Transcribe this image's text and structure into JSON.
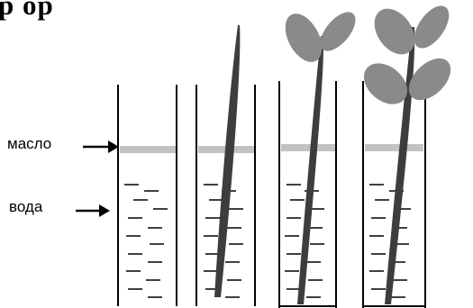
{
  "header": {
    "title": "р ор"
  },
  "labels": {
    "oil": "масло",
    "water": "вода"
  },
  "colors": {
    "oil_layer": "#c2c2c2",
    "leaf": "#8a8a8a",
    "stem": "#3d3d3d",
    "wall": "#000000"
  },
  "vessels": [
    {
      "id": "vessel-1",
      "has_plant": false,
      "leaves": 0
    },
    {
      "id": "vessel-2",
      "has_plant": true,
      "leaves": 0
    },
    {
      "id": "vessel-3",
      "has_plant": true,
      "leaves": 2
    },
    {
      "id": "vessel-4",
      "has_plant": true,
      "leaves": 4
    }
  ]
}
